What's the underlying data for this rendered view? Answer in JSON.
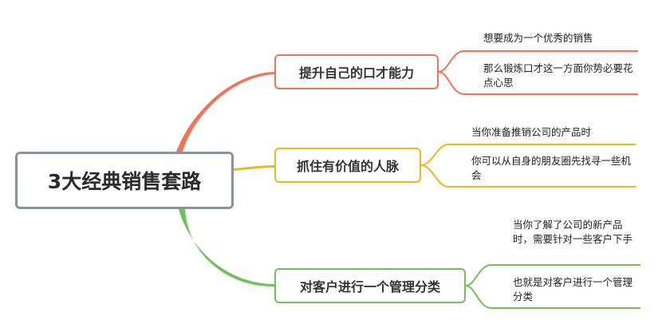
{
  "root": {
    "label": "3大经典销售套路"
  },
  "branches": [
    {
      "label": "提升自己的口才能力",
      "color": "#f0735c",
      "notes": [
        "想要成为一个优秀的销售",
        "那么锻炼口才这一方面你势必要花点心思"
      ]
    },
    {
      "label": "抓住有价值的人脉",
      "color": "#f2b51f",
      "notes": [
        "当你准备推销公司的产品时",
        "你可以从自身的朋友圈先找寻一些机会"
      ]
    },
    {
      "label": "对客户进行一个管理分类",
      "color": "#6fc15a",
      "notes": [
        "当你了解了公司的新产品时，需要针对一些客户下手",
        "也就是对客户进行一个管理分类"
      ]
    }
  ]
}
